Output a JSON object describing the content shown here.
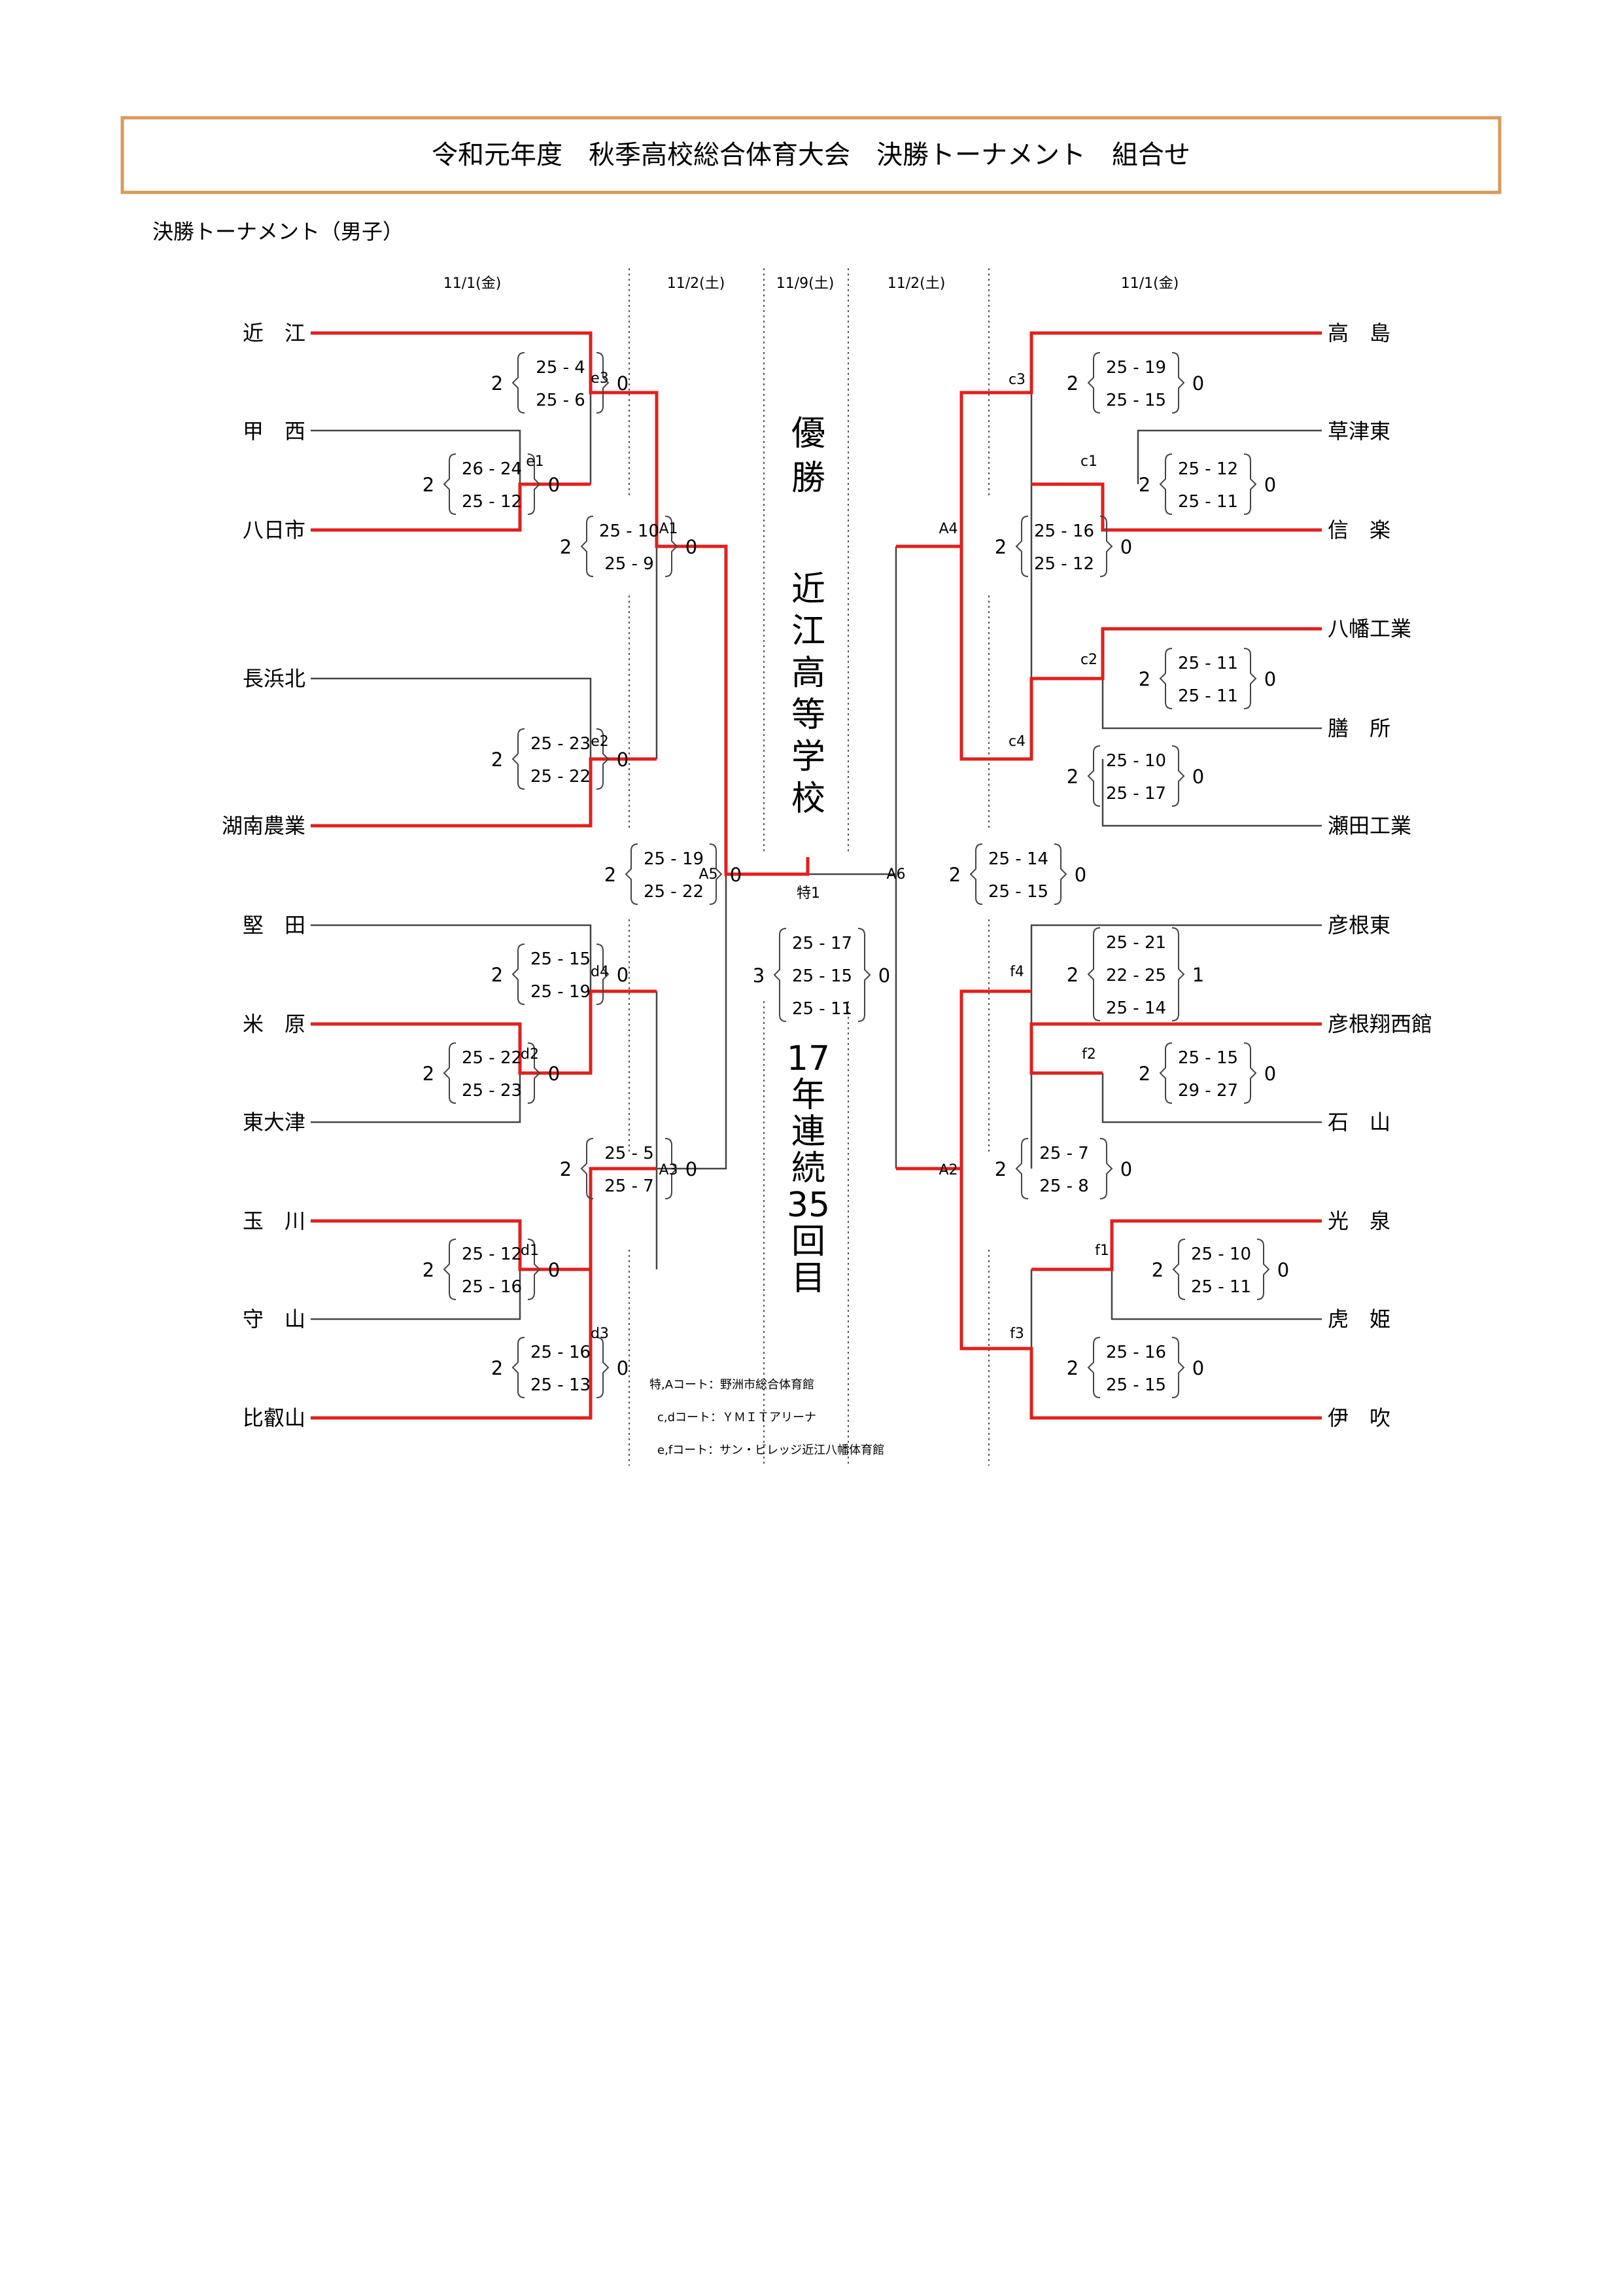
{
  "title": "令和元年度　秋季高校総合体育大会　決勝トーナメント　組合せ",
  "subtitle": "決勝トーナメント（男子）",
  "dates": {
    "left_r1": "11/1(金)",
    "left_r2": "11/2(土)",
    "final": "11/9(土)",
    "right_r2": "11/2(土)",
    "right_r1": "11/1(金)"
  },
  "teams_left": [
    "近　江",
    "甲　西",
    "八日市",
    "長浜北",
    "湖南農業",
    "堅　田",
    "米　原",
    "東大津",
    "玉　川",
    "守　山",
    "比叡山"
  ],
  "teams_right": [
    "高　島",
    "草津東",
    "信　楽",
    "八幡工業",
    "膳　所",
    "瀬田工業",
    "彦根東",
    "彦根翔西館",
    "石　山",
    "光　泉",
    "虎　姫",
    "伊　吹"
  ],
  "matches": {
    "e1": {
      "code": "e1",
      "score_l": "2",
      "score_r": "0",
      "sets": [
        "26 - 24",
        "25 - 12"
      ]
    },
    "e3": {
      "code": "e3",
      "score_l": "2",
      "score_r": "0",
      "sets": [
        "25 - 4",
        "25 - 6"
      ]
    },
    "e2": {
      "code": "e2",
      "score_l": "2",
      "score_r": "0",
      "sets": [
        "25 - 23",
        "25 - 22"
      ]
    },
    "A1": {
      "code": "A1",
      "score_l": "2",
      "score_r": "0",
      "sets": [
        "25 - 10",
        "25 - 9"
      ]
    },
    "d2": {
      "code": "d2",
      "score_l": "2",
      "score_r": "0",
      "sets": [
        "25 - 22",
        "25 - 23"
      ]
    },
    "d4": {
      "code": "d4",
      "score_l": "2",
      "score_r": "0",
      "sets": [
        "25 - 15",
        "25 - 19"
      ]
    },
    "d1": {
      "code": "d1",
      "score_l": "2",
      "score_r": "0",
      "sets": [
        "25 - 12",
        "25 - 16"
      ]
    },
    "d3": {
      "code": "d3",
      "score_l": "2",
      "score_r": "0",
      "sets": [
        "25 - 16",
        "25 - 13"
      ]
    },
    "A3": {
      "code": "A3",
      "score_l": "2",
      "score_r": "0",
      "sets": [
        "25 - 5",
        "25 - 7"
      ]
    },
    "A5": {
      "code": "A5",
      "score_l": "2",
      "score_r": "0",
      "sets": [
        "25 - 19",
        "25 - 22"
      ]
    },
    "c1": {
      "code": "c1",
      "score_l": "2",
      "score_r": "0",
      "sets": [
        "25 - 12",
        "25 - 11"
      ]
    },
    "c3": {
      "code": "c3",
      "score_l": "2",
      "score_r": "0",
      "sets": [
        "25 - 19",
        "25 - 15"
      ]
    },
    "c2": {
      "code": "c2",
      "score_l": "2",
      "score_r": "0",
      "sets": [
        "25 - 11",
        "25 - 11"
      ]
    },
    "c4": {
      "code": "c4",
      "score_l": "2",
      "score_r": "0",
      "sets": [
        "25 - 10",
        "25 - 17"
      ]
    },
    "A4": {
      "code": "A4",
      "score_l": "2",
      "score_r": "0",
      "sets": [
        "25 - 16",
        "25 - 12"
      ]
    },
    "f2": {
      "code": "f2",
      "score_l": "2",
      "score_r": "0",
      "sets": [
        "25 - 15",
        "29 - 27"
      ]
    },
    "f4": {
      "code": "f4",
      "score_l": "2",
      "score_r": "1",
      "sets": [
        "25 - 21",
        "22 - 25",
        "25 - 14"
      ]
    },
    "f1": {
      "code": "f1",
      "score_l": "2",
      "score_r": "0",
      "sets": [
        "25 - 10",
        "25 - 11"
      ]
    },
    "f3": {
      "code": "f3",
      "score_l": "2",
      "score_r": "0",
      "sets": [
        "25 - 16",
        "25 - 15"
      ]
    },
    "A2": {
      "code": "A2",
      "score_l": "2",
      "score_r": "0",
      "sets": [
        "25 - 7",
        "25 - 8"
      ]
    },
    "A6": {
      "code": "A6",
      "score_l": "2",
      "score_r": "0",
      "sets": [
        "25 - 14",
        "25 - 15"
      ]
    },
    "final": {
      "code": "特1",
      "score_l": "3",
      "score_r": "0",
      "sets": [
        "25 - 17",
        "25 - 15",
        "25 - 11"
      ]
    }
  },
  "champion_label": "優勝",
  "champion_name": "近江高等学校",
  "streak": [
    "17",
    "年",
    "連",
    "続",
    "35",
    "回",
    "目"
  ],
  "venues": [
    "特,Aコート：野洲市総合体育館",
    "c,dコート：ＹＭＩＴアリーナ",
    "e,fコート：サン・ビレッジ近江八幡体育館"
  ],
  "colors": {
    "win": "#e0201e",
    "line": "#444444",
    "title_border": "#d89a5c"
  }
}
